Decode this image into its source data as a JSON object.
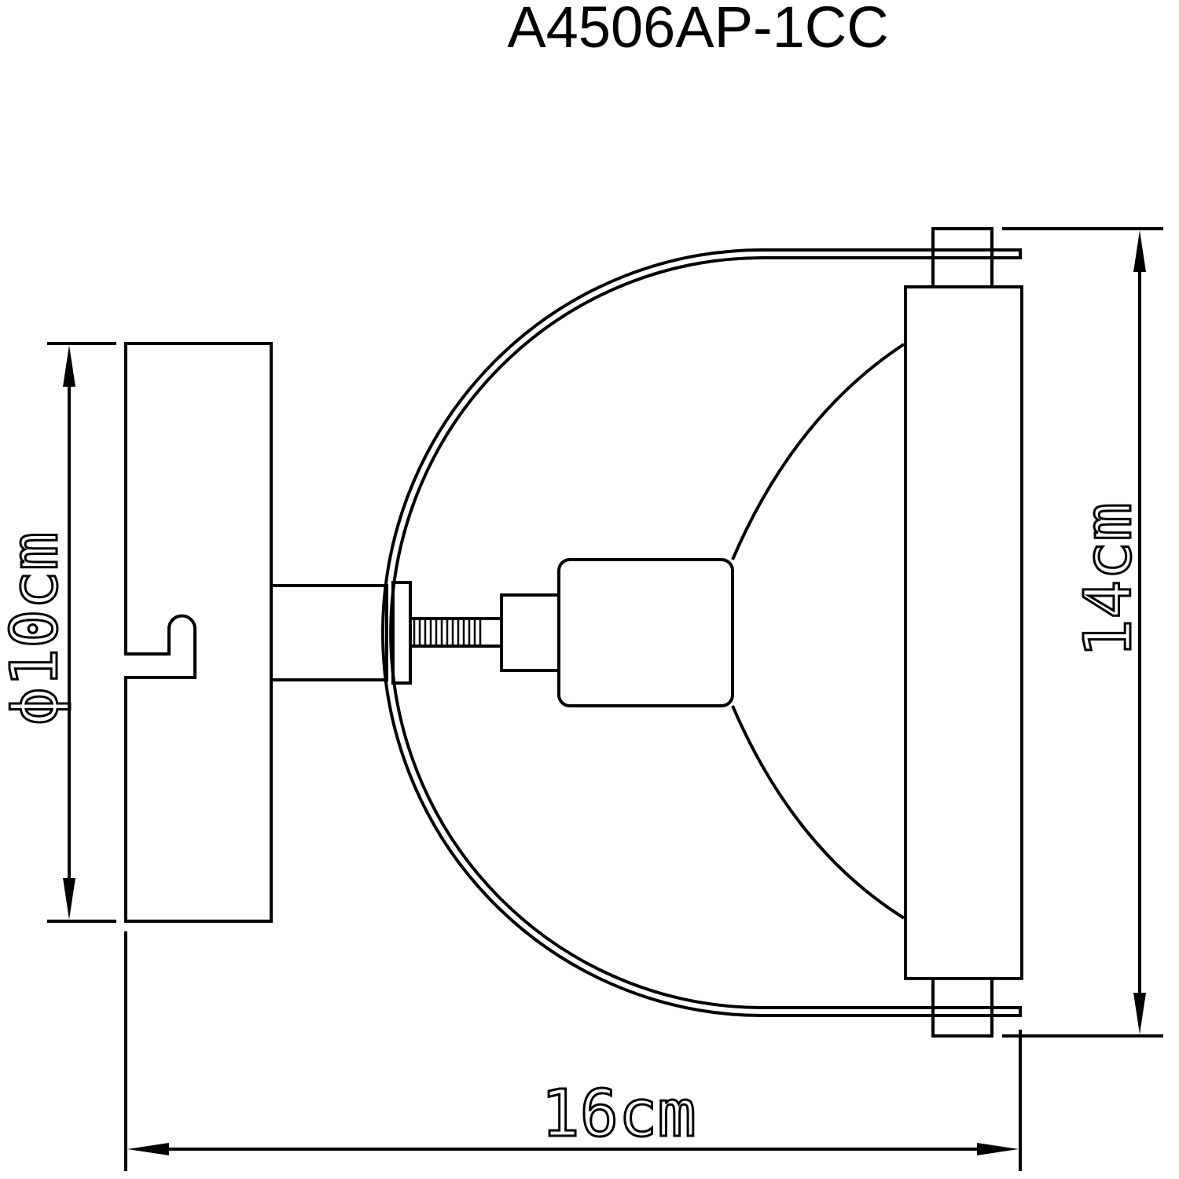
{
  "title": "A4506AP-1CC",
  "dimensions": {
    "plate_diameter": "ϕ10cm",
    "height": "14cm",
    "depth": "16cm"
  },
  "colors": {
    "line": "#000000",
    "background": "#ffffff"
  }
}
